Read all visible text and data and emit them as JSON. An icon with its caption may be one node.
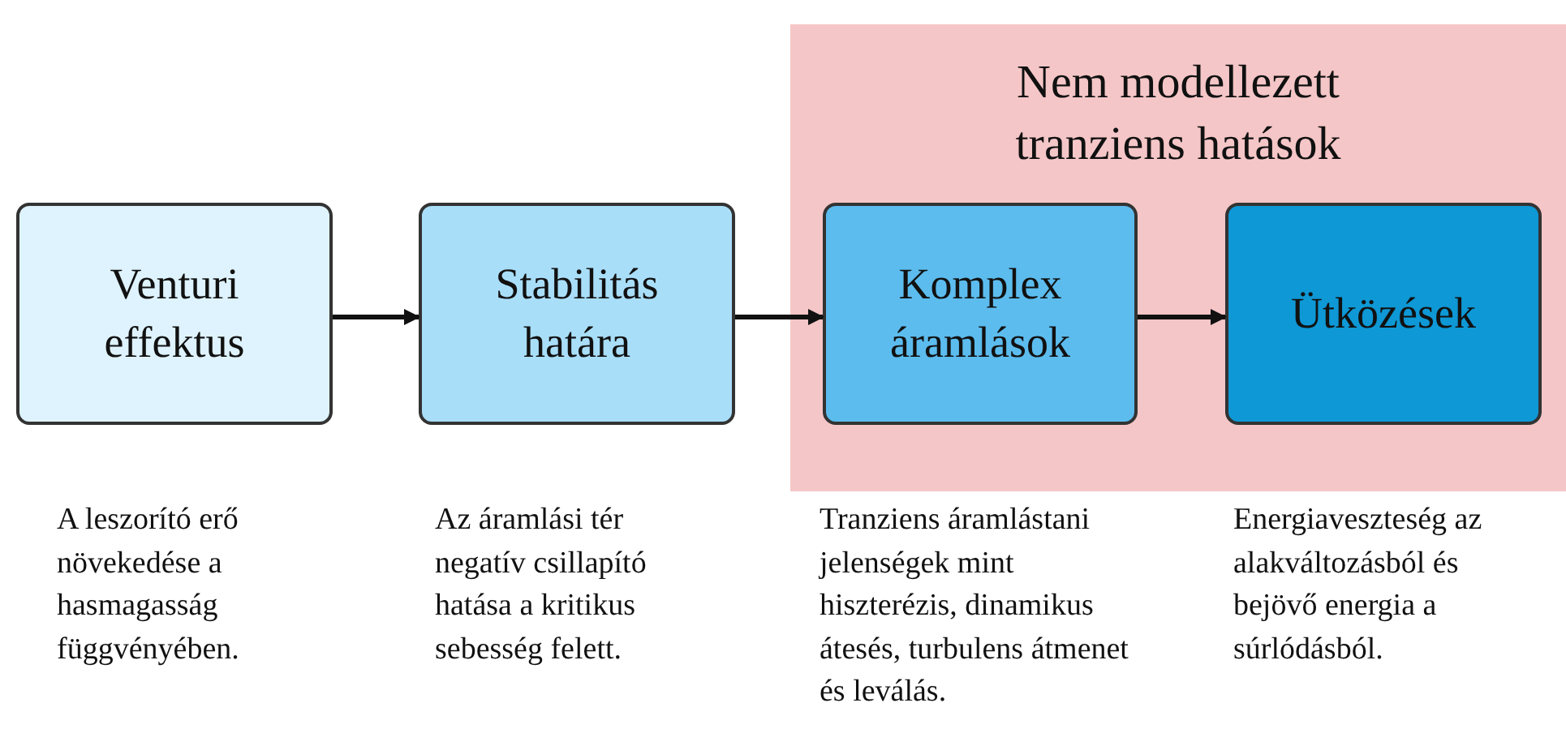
{
  "diagram": {
    "nodes": [
      {
        "text": [
          "Nem modellezett tranziens hatások"
        ]
      },
      {
        "text": [
          "Venturi effektus"
        ],
        "beside": [
          "A leszorító erő növekedése a hasmagasság függvényében."
        ]
      },
      {
        "text": [
          "Stabilitás határa"
        ],
        "beside": [
          "Az áramlási tér negatív csillapító hatása a kritikus sebesség felett."
        ]
      },
      {
        "text": [
          "Komplex áramlások"
        ],
        "in": 0,
        "beside": [
          "Tranziens áramlástani jelenségek mint hiszterézis, dinamikus átesés, turbulens átmenet és leválás."
        ]
      },
      {
        "text": [
          "Ütközések"
        ],
        "in": 0,
        "beside": [
          "Energiaveszteség az alakváltozásból és bejövő energia a súrlódásból."
        ]
      }
    ],
    "edges": [
      {
        "from": 1,
        "to": 2,
        "arrow": "to"
      },
      {
        "from": 2,
        "to": 3,
        "arrow": "to"
      },
      {
        "from": 3,
        "to": 4,
        "arrow": "to"
      }
    ]
  }
}
